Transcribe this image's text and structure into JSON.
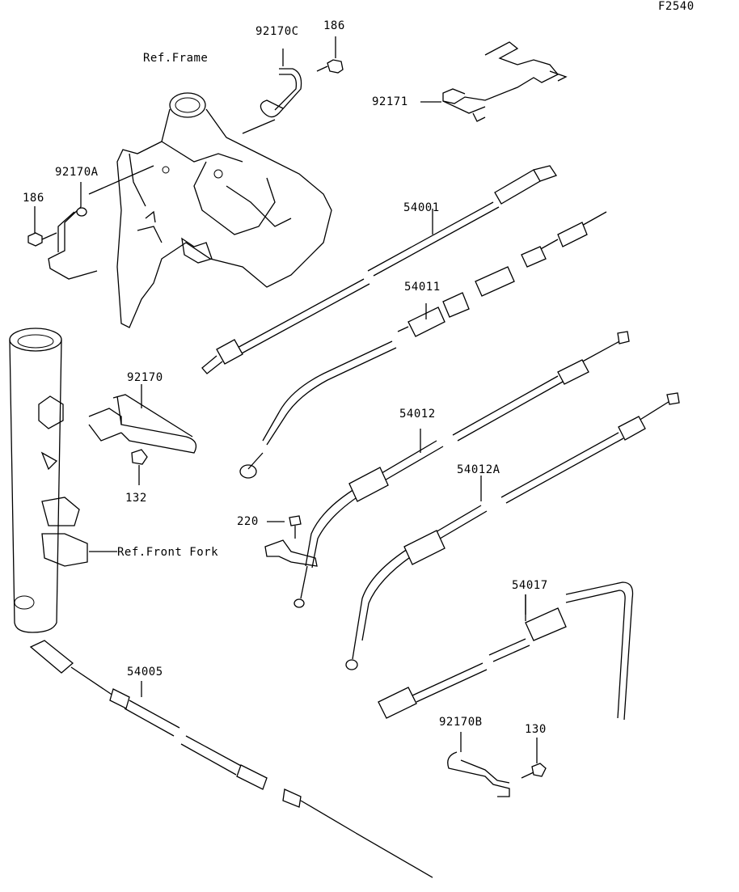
{
  "diagram_id": "F2540",
  "labels": {
    "ref_frame": "Ref.Frame",
    "p92170c": "92170C",
    "p186_top": "186",
    "p92171": "92171",
    "p92170a": "92170A",
    "p186_left": "186",
    "p54001": "54001",
    "p54011": "54011",
    "p92170": "92170",
    "p132": "132",
    "p54012": "54012",
    "p54012a": "54012A",
    "p220": "220",
    "ref_front_fork": "Ref.Front Fork",
    "p54017": "54017",
    "p54005": "54005",
    "p92170b": "92170B",
    "p130": "130"
  }
}
